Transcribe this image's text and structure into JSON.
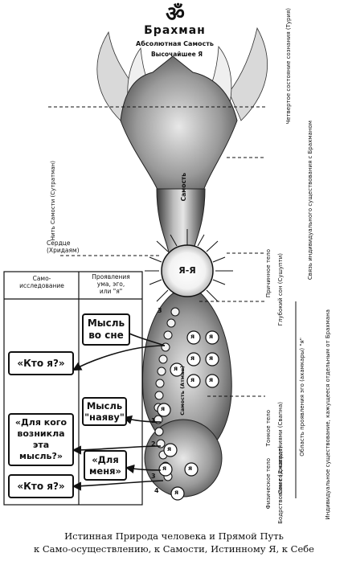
{
  "top": {
    "om_symbol": "ॐ",
    "brahman": "Брахман",
    "absolute_self": "Абсолютная Самость",
    "supreme_self": "Высочайшее Я"
  },
  "center_label": "Я-Я",
  "core_labels": {
    "self_upper": "Самость",
    "self_lower": "Самость (Атман)"
  },
  "left_labels": {
    "thread_self": "Нить Самости (Сутратман)",
    "heart": "Сердце\n(Хридаям)"
  },
  "column_headers": {
    "self_inquiry": "Само-\nисследование",
    "manifestations": "Проявления\nума, эго,\nили \"я\""
  },
  "boxes": {
    "thought_in_dream": "Мысль\nво сне",
    "who_am_i_top": "«Кто я?»",
    "thought_awake": "Мысль\n\"наяву\"",
    "for_whom": "«Для кого\nвозникла\nэта\nмысль?»",
    "for_me": "«Для\nменя»",
    "who_am_i_bottom": "«Кто я?»"
  },
  "path_numbers": [
    "1",
    "2",
    "3",
    "3",
    "4"
  ],
  "node_letter": "я",
  "right_labels": {
    "fourth_state": "Четвертое состояние сознания (Турия)",
    "link_individual": "Связь индивидуального существования с Брахманом",
    "causal_body": "Причинное тело",
    "deep_sleep": "Глубокий сон (Сушупти)",
    "ego_region": "Область проявления эго (ахамкары) \"я\"",
    "subtle_body": "Тонкое тело",
    "dream_sleep": "Сон со сновидениями (Свапна)",
    "physical_body": "Физическое тело",
    "waking": "Бодрствование (Джаграт)",
    "individual_separate": "Индивидуальное существование, кажущееся отдельным от Брахмана"
  },
  "caption": {
    "line1": "Истинная Природа человека и Прямой Путь",
    "line2": "к Само-осуществлению, к Самости, Истинному Я, к Себе"
  }
}
